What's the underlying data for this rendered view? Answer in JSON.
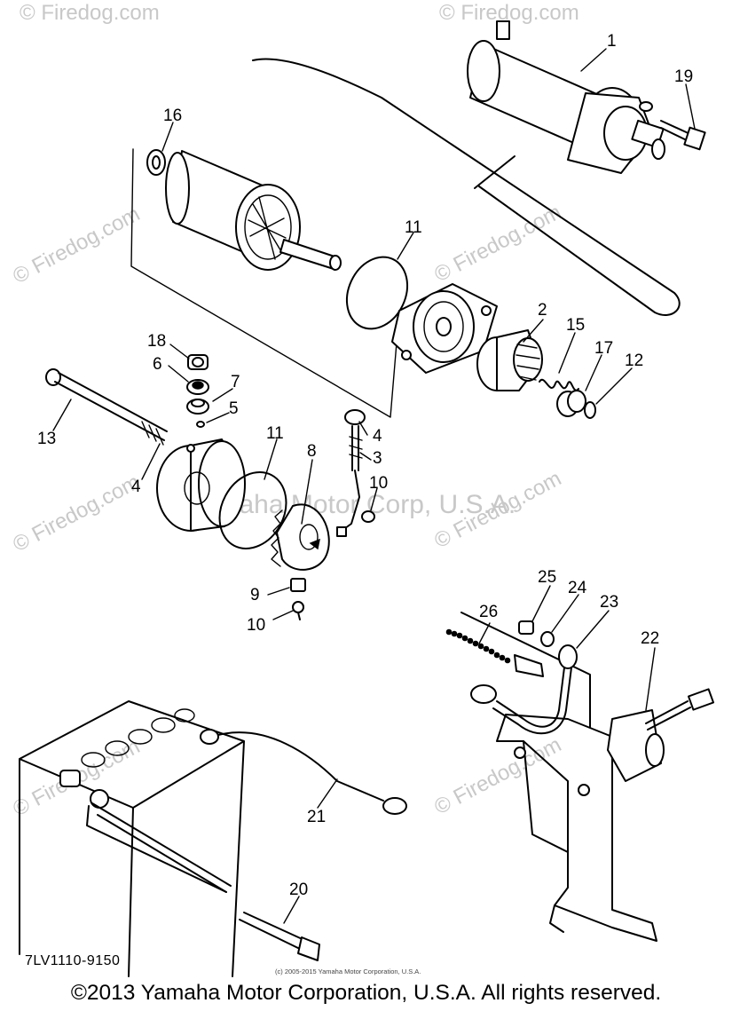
{
  "diagram": {
    "part_code": "7LV1110-9150",
    "small_copyright": "(c) 2005-2015 Yamaha Motor Corporation, U.S.A.",
    "watermark_site": "© Firedog.com",
    "watermark_brand": "Yamaha Motor Corp, U.S.A.",
    "callouts": {
      "n1": "1",
      "n2": "2",
      "n3": "3",
      "n4a": "4",
      "n4b": "4",
      "n5": "5",
      "n6": "6",
      "n7": "7",
      "n8": "8",
      "n9": "9",
      "n10a": "10",
      "n10b": "10",
      "n11a": "11",
      "n11b": "11",
      "n12": "12",
      "n13": "13",
      "n15": "15",
      "n16": "16",
      "n17": "17",
      "n18": "18",
      "n19": "19",
      "n20": "20",
      "n21": "21",
      "n22": "22",
      "n23": "23",
      "n24": "24",
      "n25": "25",
      "n26": "26"
    }
  },
  "footer": {
    "copyright": "©2013 Yamaha Motor Corporation, U.S.A. All rights reserved."
  }
}
